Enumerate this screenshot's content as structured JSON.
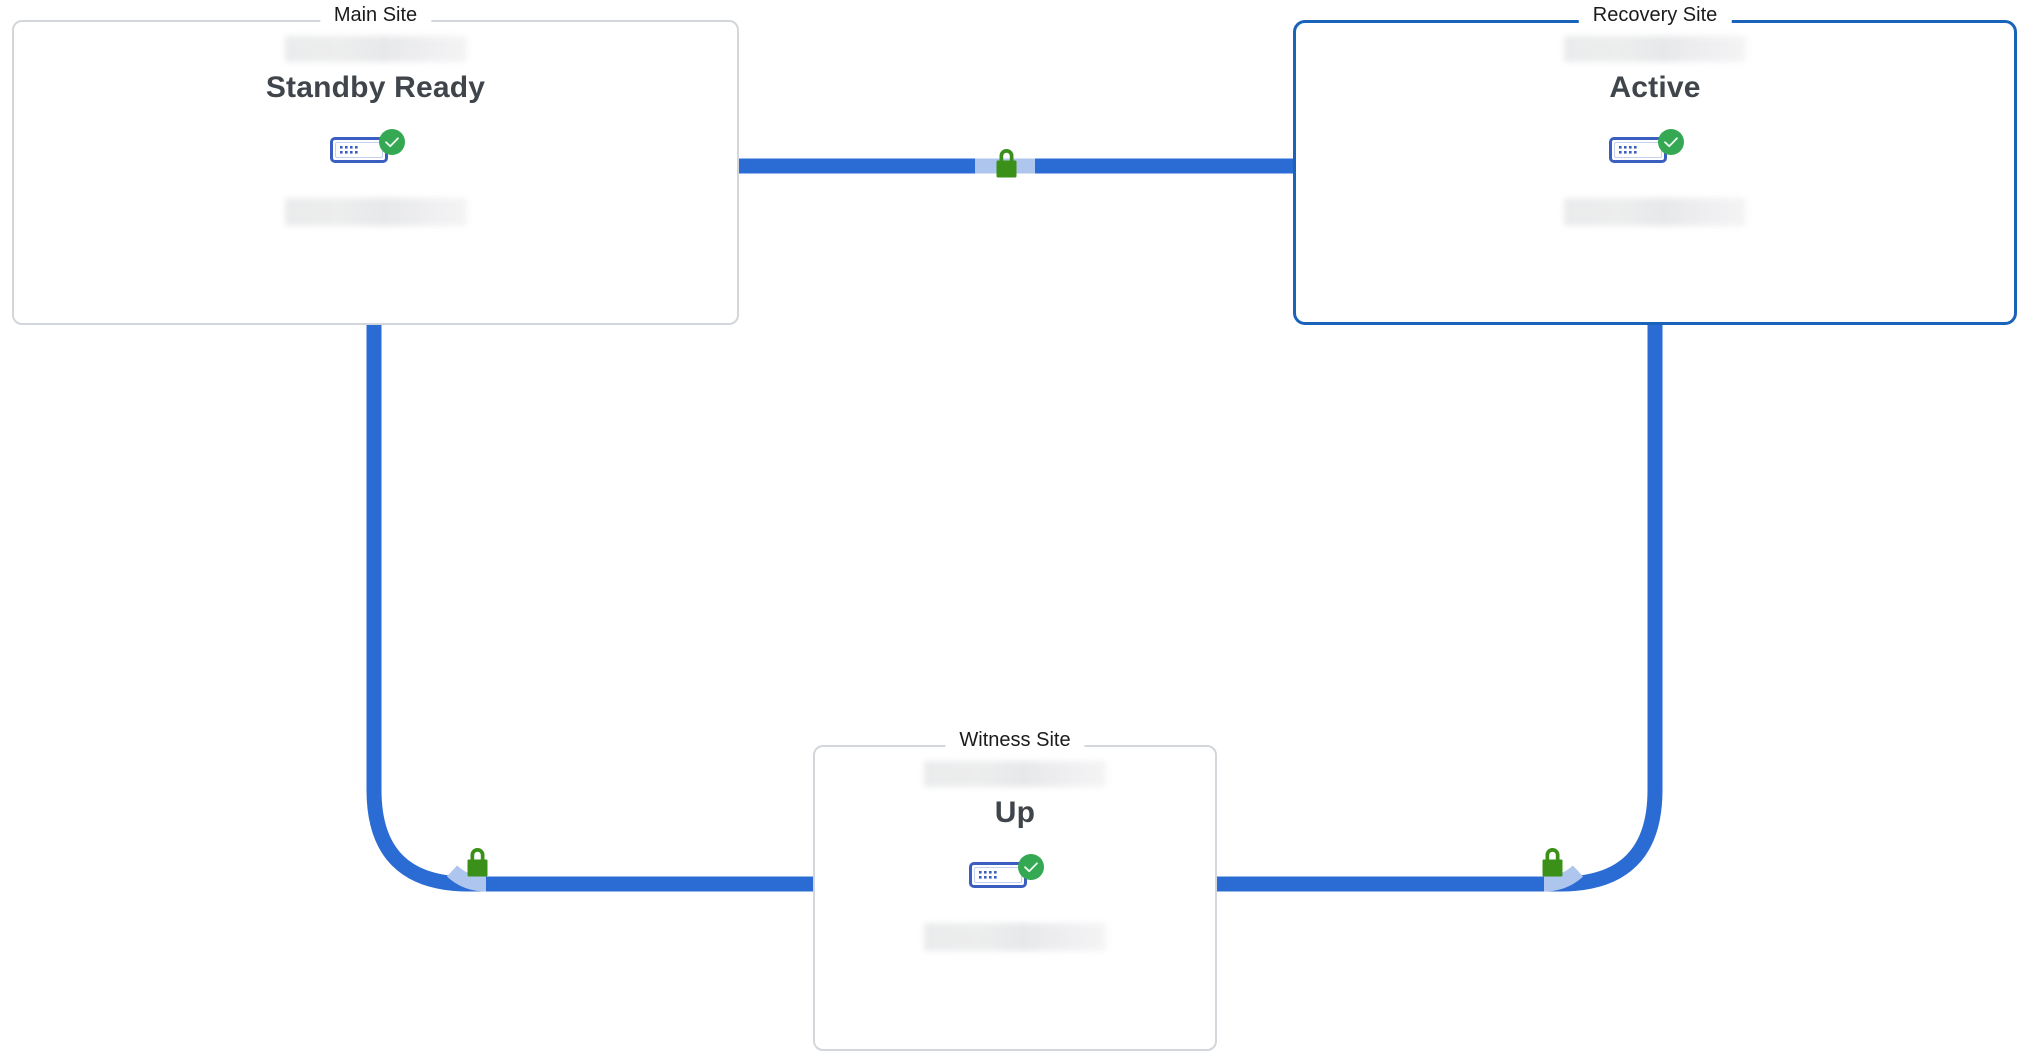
{
  "diagram": {
    "type": "site-replication-topology",
    "background": "#ffffff",
    "link_color": "#2b6cd4",
    "accent_border_color": "#1a63ba",
    "default_border_color": "#d3d6da",
    "status_ok_color": "#34a853",
    "lock_color": "#3a9018",
    "device_color": "#3b5fc0",
    "status_text_color": "#3f454b",
    "title_text_color": "#1b1b1b"
  },
  "sites": [
    {
      "id": "main",
      "title": "Main Site",
      "status": "Standby Ready",
      "name_redacted": true,
      "detail_redacted": true,
      "highlighted": false,
      "device_icon": "network-switch-icon",
      "device_status_icon": "check-circle-icon",
      "device_status": "ok"
    },
    {
      "id": "recovery",
      "title": "Recovery Site",
      "status": "Active",
      "name_redacted": true,
      "detail_redacted": true,
      "highlighted": true,
      "device_icon": "network-switch-icon",
      "device_status_icon": "check-circle-icon",
      "device_status": "ok"
    },
    {
      "id": "witness",
      "title": "Witness Site",
      "status": "Up",
      "name_redacted": true,
      "detail_redacted": true,
      "highlighted": false,
      "device_icon": "network-switch-icon",
      "device_status_icon": "check-circle-icon",
      "device_status": "ok"
    }
  ],
  "links": [
    {
      "id": "main-to-recovery",
      "from": "main",
      "to": "recovery",
      "secure": true,
      "lock_icon": "lock-icon",
      "color": "#2b6cd4"
    },
    {
      "id": "main-to-witness",
      "from": "main",
      "to": "witness",
      "secure": true,
      "lock_icon": "lock-icon",
      "color": "#2b6cd4"
    },
    {
      "id": "recovery-to-witness",
      "from": "recovery",
      "to": "witness",
      "secure": true,
      "lock_icon": "lock-icon",
      "color": "#2b6cd4"
    }
  ]
}
